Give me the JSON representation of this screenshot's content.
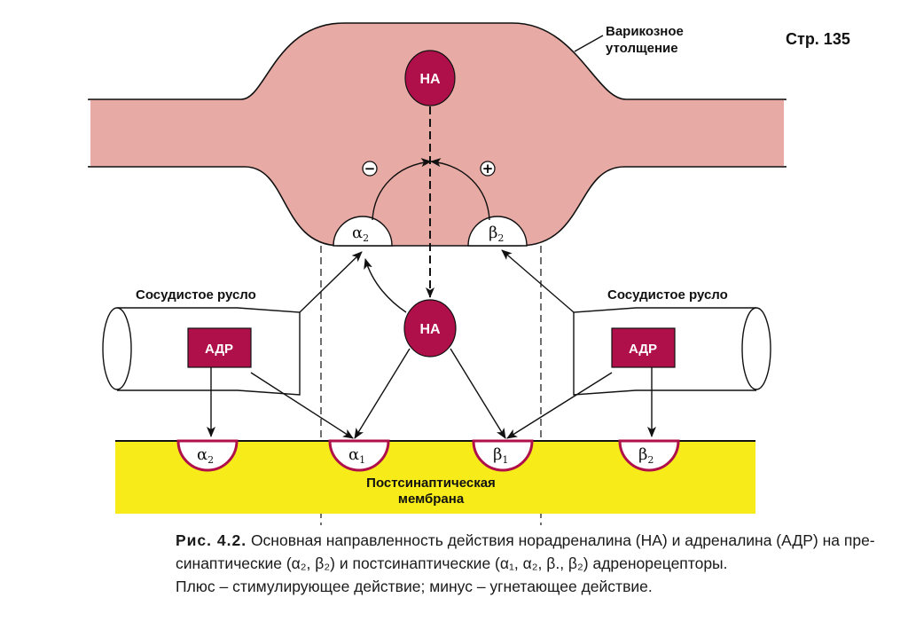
{
  "page_number": "Стр.  135",
  "labels": {
    "varicose": [
      "Варикозное",
      "утолщение"
    ],
    "vascular_left": "Сосудистое русло",
    "vascular_right": "Сосудистое русло",
    "membrane": [
      "Постсинаптическая",
      "мембрана"
    ],
    "na_top": "НА",
    "na_mid": "НА",
    "adr_left": "АДР",
    "adr_right": "АДР",
    "minus": "−",
    "plus": "+"
  },
  "receptors": {
    "pre_alpha2": {
      "sym": "α",
      "sub": "2"
    },
    "pre_beta2": {
      "sym": "β",
      "sub": "2"
    },
    "post_alpha2": {
      "sym": "α",
      "sub": "2"
    },
    "post_alpha1": {
      "sym": "α",
      "sub": "1"
    },
    "post_beta1": {
      "sym": "β",
      "sub": "1"
    },
    "post_beta2": {
      "sym": "β",
      "sub": "2"
    }
  },
  "caption": {
    "fig": "Рис. 4.2.",
    "line1": " Основная направленность действия норадреналина (НА) и адреналина (АДР) на пре-",
    "line2": "синаптические (α₂, β₂) и постсинаптические (α₁, α₂, β., β₂) адренорецепторы.",
    "line3": "Плюс – стимулирующее действие; минус – угнетающее действие."
  },
  "colors": {
    "varicosity": "#e8aaa4",
    "neurotransmitter": "#b0104a",
    "membrane": "#f7ec1a",
    "receptor_rim": "#b0104a"
  }
}
